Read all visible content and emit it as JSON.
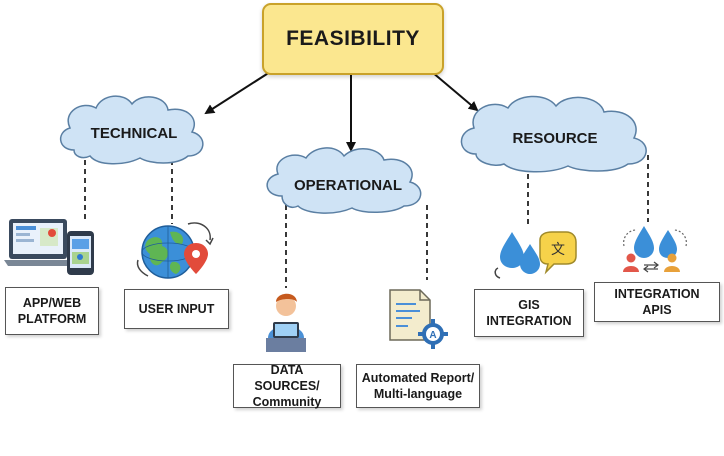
{
  "root": {
    "label": "FEASIBILITY"
  },
  "categories": {
    "technical": {
      "label": "TECHNICAL"
    },
    "operational": {
      "label": "OPERATIONAL"
    },
    "resource": {
      "label": "RESOURCE"
    }
  },
  "leaves": {
    "app_web_platform": "APP/WEB\nPLATFORM",
    "user_input": "USER INPUT",
    "data_sources": "DATA SOURCES/\nCommunity",
    "automated_report": "Automated Report/\nMulti-language",
    "gis_integration": "GIS\nINTEGRATION",
    "integration_apis": "INTEGRATION APIS"
  },
  "icons": {
    "app_web_platform": "devices-map-icon",
    "user_input": "globe-location-icon",
    "data_sources": "person-tablet-icon",
    "automated_report": "document-gear-icon",
    "gis_integration": "water-drops-translate-icon",
    "integration_apis": "water-users-exchange-icon"
  },
  "translate_glyph": "文",
  "colors": {
    "root_fill": "#fbe78f",
    "root_border": "#c9a22a",
    "cloud_fill": "#cfe3f5",
    "cloud_stroke": "#5a7fa3",
    "water": "#3b8fd8",
    "arrow": "#111111"
  }
}
